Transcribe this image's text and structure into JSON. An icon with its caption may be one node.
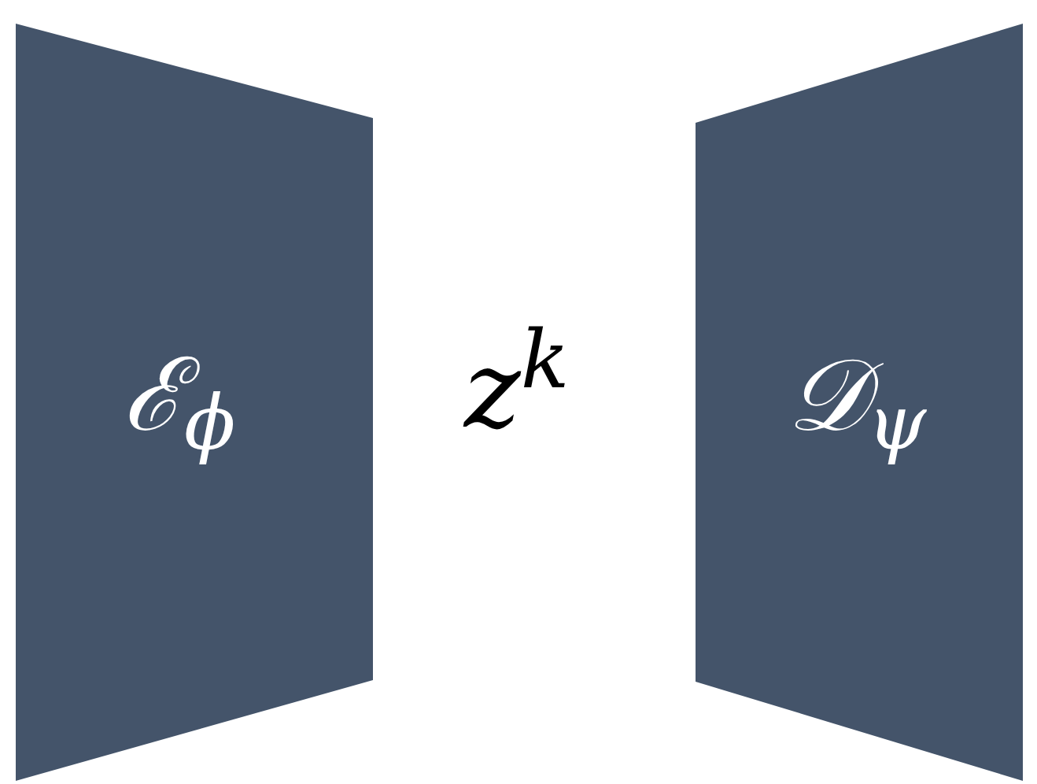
{
  "diagram": {
    "nodes": [
      {
        "text": [
          "ℰ$_{ϕ}$"
        ]
      },
      {
        "text": [
          "𝒟$_{ψ}$"
        ]
      }
    ],
    "labels": [
      "z$^{k}$"
    ]
  }
}
